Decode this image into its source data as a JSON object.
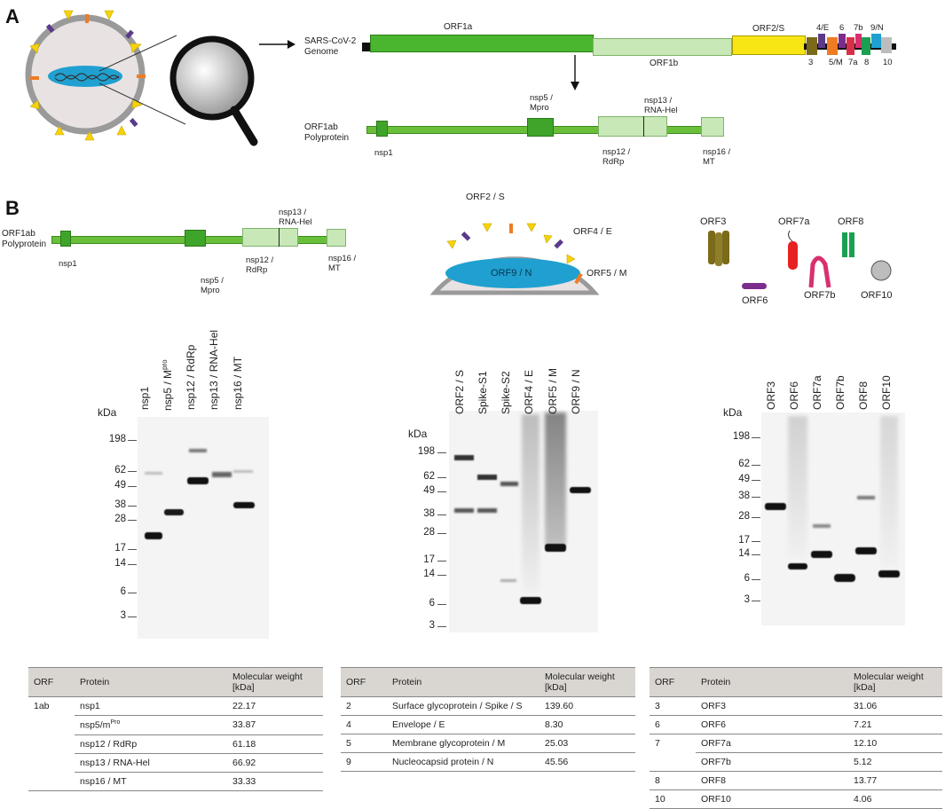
{
  "panels": {
    "a": "A",
    "b": "B"
  },
  "genome": {
    "label_line1": "SARS-CoV-2",
    "label_line2": "Genome",
    "orf1a": "ORF1a",
    "orf1b": "ORF1b",
    "orf2s": "ORF2/S",
    "small_top": [
      "4/E",
      "6",
      "7b",
      "9/N"
    ],
    "small_bottom": [
      "3",
      "5/M",
      "7a",
      "8",
      "10"
    ]
  },
  "polyprotein": {
    "label_line1": "ORF1ab",
    "label_line2": "Polyprotein",
    "nsp1": "nsp1",
    "nsp5_line1": "nsp5 /",
    "nsp5_line2": "Mpro",
    "nsp12_line1": "nsp12 /",
    "nsp12_line2": "RdRp",
    "nsp13_line1": "nsp13 /",
    "nsp13_line2": "RNA-Hel",
    "nsp16_line1": "nsp16 /",
    "nsp16_line2": "MT"
  },
  "virion": {
    "s": "ORF2 / S",
    "e": "ORF4 / E",
    "m": "ORF5 / M",
    "n": "ORF9 / N"
  },
  "accessory": {
    "orf3": "ORF3",
    "orf6": "ORF6",
    "orf7a": "ORF7a",
    "orf7b": "ORF7b",
    "orf8": "ORF8",
    "orf10": "ORF10"
  },
  "gels": {
    "kda": "kDa",
    "gel1": {
      "lanes": [
        "nsp1",
        "nsp5 / M",
        "nsp12 / RdRp",
        "nsp13 / RNA-Hel",
        "nsp16 / MT"
      ],
      "lane2_sup": "pro",
      "ticks": [
        "198",
        "62",
        "49",
        "38",
        "28",
        "17",
        "14",
        "6",
        "3"
      ]
    },
    "gel2": {
      "lanes": [
        "ORF2 / S",
        "Spike-S1",
        "Spike-S2",
        "ORF4 / E",
        "ORF5 / M",
        "ORF9 / N"
      ],
      "ticks": [
        "198",
        "62",
        "49",
        "38",
        "28",
        "17",
        "14",
        "6",
        "3"
      ]
    },
    "gel3": {
      "lanes": [
        "ORF3",
        "ORF6",
        "ORF7a",
        "ORF7b",
        "ORF8",
        "ORF10"
      ],
      "ticks": [
        "198",
        "62",
        "49",
        "38",
        "28",
        "17",
        "14",
        "6",
        "3"
      ]
    }
  },
  "tables": {
    "headers": [
      "ORF",
      "Protein",
      "Molecular weight [kDa]"
    ],
    "t1": [
      {
        "orf": "1ab",
        "protein": "nsp1",
        "mw": "22.17"
      },
      {
        "orf": "",
        "protein": "nsp5/m",
        "sup": "Pro",
        "mw": "33.87"
      },
      {
        "orf": "",
        "protein": "nsp12 / RdRp",
        "mw": "61.18"
      },
      {
        "orf": "",
        "protein": "nsp13 / RNA-Hel",
        "mw": "66.92"
      },
      {
        "orf": "",
        "protein": "nsp16 / MT",
        "mw": "33.33"
      }
    ],
    "t2": [
      {
        "orf": "2",
        "protein": "Surface glycoprotein / Spike / S",
        "mw": "139.60"
      },
      {
        "orf": "4",
        "protein": "Envelope / E",
        "mw": "8.30"
      },
      {
        "orf": "5",
        "protein": "Membrane glycoprotein / M",
        "mw": "25.03"
      },
      {
        "orf": "9",
        "protein": "Nucleocapsid protein / N",
        "mw": "45.56"
      }
    ],
    "t3": [
      {
        "orf": "3",
        "protein": "ORF3",
        "mw": "31.06"
      },
      {
        "orf": "6",
        "protein": "ORF6",
        "mw": "7.21"
      },
      {
        "orf": "7",
        "protein": "ORF7a",
        "mw": "12.10"
      },
      {
        "orf": "",
        "protein": "ORF7b",
        "mw": "5.12"
      },
      {
        "orf": "8",
        "protein": "ORF8",
        "mw": "13.77"
      },
      {
        "orf": "10",
        "protein": "ORF10",
        "mw": "4.06"
      }
    ]
  }
}
